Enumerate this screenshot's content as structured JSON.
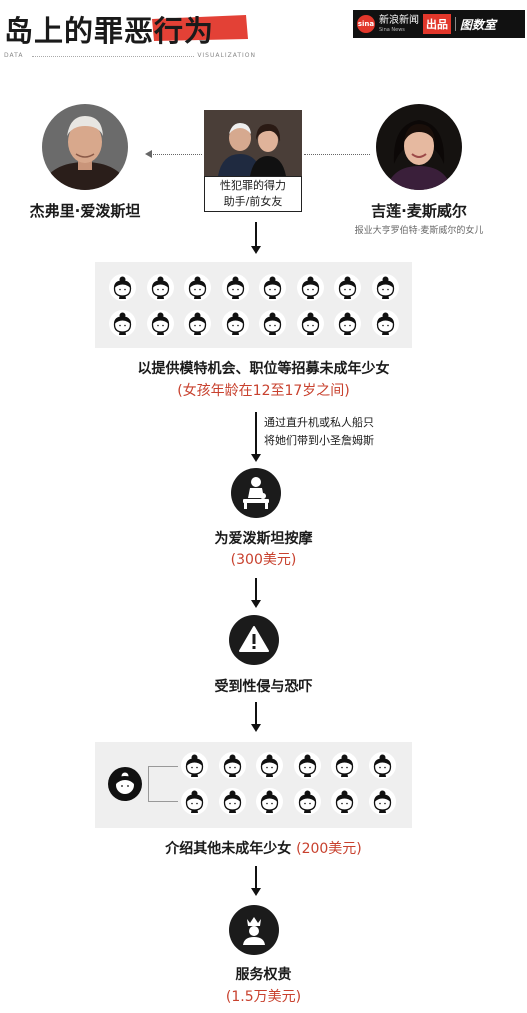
{
  "header": {
    "title": "岛上的罪恶行为",
    "left_tag": "DATA",
    "right_tag": "VISUALIZATION",
    "sina_logo_text": "sina",
    "sina_cn": "新浪新闻",
    "sina_en": "Sina News",
    "chupin": "出品",
    "shushi": "图数室"
  },
  "people": {
    "left_name": "杰弗里·爱泼斯坦",
    "right_name": "吉莲·麦斯威尔",
    "right_sub": "报业大亨罗伯特·麦斯威尔的女儿",
    "center_label_line1": "性犯罪的得力",
    "center_label_line2": "助手/前女友"
  },
  "steps": {
    "recruit": "以提供模特机会、职位等招募未成年少女",
    "recruit_age": "(女孩年龄在12至17岁之间)",
    "transport_line1": "通过直升机或私人船只",
    "transport_line2": "将她们带到小圣詹姆斯",
    "massage": "为爱泼斯坦按摩",
    "massage_price": "(300美元)",
    "abuse": "受到性侵与恐吓",
    "refer": "介绍其他未成年少女",
    "refer_price": "(200美元)",
    "serve": "服务权贵",
    "serve_price": "(1.5万美元)"
  },
  "groups": {
    "recruited_girls": 16,
    "referred_girls": 12
  },
  "icons": {
    "massage": "massage-icon",
    "warning": "warning-icon",
    "crown_person": "crown-person-icon",
    "girl_face": "girl-face-icon"
  },
  "colors": {
    "accent_red": "#e2372b",
    "text_red": "#c8412e",
    "panel_gray": "#efefef"
  }
}
